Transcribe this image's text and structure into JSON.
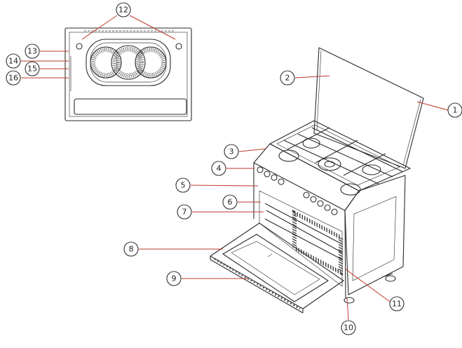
{
  "diagram": {
    "type": "exploded-view",
    "subject": "range cooker with lid, gas hob and open oven",
    "colors": {
      "callout_line": "#c0392b",
      "outline": "#2b2b2b",
      "background": "#ffffff"
    },
    "callouts": [
      {
        "id": "c1",
        "label": "1"
      },
      {
        "id": "c2",
        "label": "2"
      },
      {
        "id": "c3",
        "label": "3"
      },
      {
        "id": "c4",
        "label": "4"
      },
      {
        "id": "c5",
        "label": "5"
      },
      {
        "id": "c6",
        "label": "6"
      },
      {
        "id": "c7",
        "label": "7"
      },
      {
        "id": "c8",
        "label": "8"
      },
      {
        "id": "c9",
        "label": "9"
      },
      {
        "id": "c10",
        "label": "10"
      },
      {
        "id": "c11",
        "label": "11"
      },
      {
        "id": "c12",
        "label": "12"
      },
      {
        "id": "c13",
        "label": "13"
      },
      {
        "id": "c14",
        "label": "14"
      },
      {
        "id": "c15",
        "label": "15"
      },
      {
        "id": "c16",
        "label": "16"
      }
    ]
  }
}
